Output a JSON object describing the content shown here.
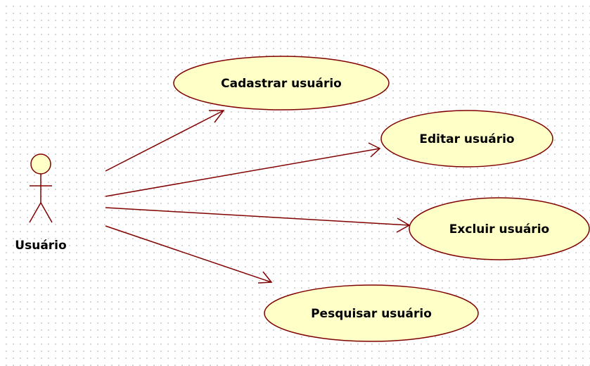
{
  "diagram": {
    "type": "use-case",
    "actor": {
      "label": "Usuário",
      "icon": "stick-figure-icon"
    },
    "use_cases": [
      {
        "label": "Cadastrar usuário"
      },
      {
        "label": "Editar usuário"
      },
      {
        "label": "Excluir usuário"
      },
      {
        "label": "Pesquisar usuário"
      }
    ],
    "associations": [
      {
        "from": "Usuário",
        "to": "Cadastrar usuário",
        "arrow": "open"
      },
      {
        "from": "Usuário",
        "to": "Editar usuário",
        "arrow": "open"
      },
      {
        "from": "Usuário",
        "to": "Excluir usuário",
        "arrow": "open"
      },
      {
        "from": "Usuário",
        "to": "Pesquisar usuário",
        "arrow": "open"
      }
    ],
    "colors": {
      "use_case_fill": "#ffffc8",
      "line": "#800000",
      "text": "#000000",
      "grid_dot": "#c8c8c8"
    }
  }
}
